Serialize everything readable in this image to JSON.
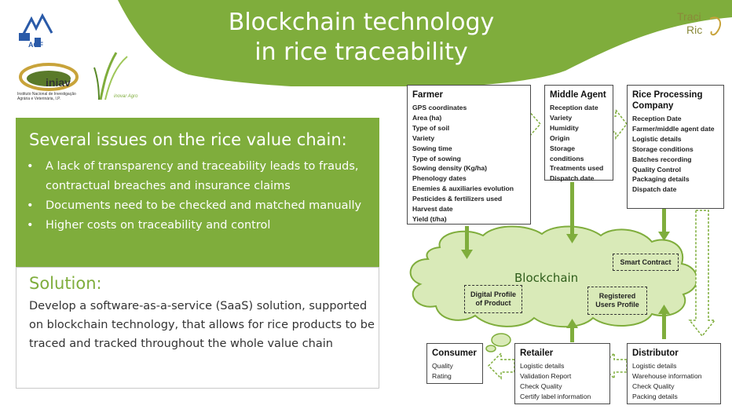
{
  "title": "Blockchain technology in rice traceability",
  "title_lines": [
    "Blockchain technology",
    "in rice traceability"
  ],
  "logos": {
    "agf": "AGF",
    "iniav": "iniav",
    "iniav_sub": "Instituto Nacional de Investigação Agrária e Veterinária, I.P.",
    "inovar": "inovar Agro",
    "tracerice": "TraceRice"
  },
  "issues": {
    "title": "Several issues on the rice value chain:",
    "items": [
      "A lack of transparency and traceability leads to frauds, contractual breaches and insurance claims",
      "Documents need to be checked and matched manually",
      "Higher costs on traceability and control"
    ]
  },
  "solution": {
    "title": "Solution:",
    "text": "Develop a software-as-a-service (SaaS) solution, supported on blockchain technology, that allows for rice products to be traced and tracked throughout the whole value chain"
  },
  "diagram": {
    "farmer": {
      "title": "Farmer",
      "items": [
        "GPS coordinates",
        "Area (ha)",
        "Type of soil",
        "Variety",
        "Sowing time",
        "Type of sowing",
        "Sowing density (Kg/ha)",
        "Phenology dates",
        "Enemies & auxiliaries evolution",
        "Pesticides & fertilizers used",
        "Harvest date",
        "Yield (t/ha)"
      ]
    },
    "middle_agent": {
      "title": "Middle Agent",
      "items": [
        "Reception date",
        "Variety",
        "Humidity",
        "Origin",
        "Storage conditions",
        "Treatments used",
        "Dispatch date"
      ]
    },
    "rice_processing": {
      "title_lines": [
        "Rice Processing",
        "Company"
      ],
      "items": [
        "Reception Date",
        "Farmer/middle agent date",
        "Logistic details",
        "Storage conditions",
        "Batches recording",
        "Quality Control",
        "Packaging details",
        "Dispatch date"
      ]
    },
    "consumer": {
      "title": "Consumer",
      "items": [
        "Quality",
        "Rating"
      ]
    },
    "retailer": {
      "title": "Retailer",
      "items": [
        "Logistic details",
        "Validation Report",
        "Check Quality",
        "Certify label information"
      ]
    },
    "distributor": {
      "title": "Distributor",
      "items": [
        "Logistic details",
        "Warehouse information",
        "Check Quality",
        "Packing details"
      ]
    },
    "blockchain": "Blockchain",
    "smart_contract": "Smart Contract",
    "digital_profile": [
      "Digital Profile",
      "of Product"
    ],
    "registered_users": [
      "Registered",
      "Users Profile"
    ]
  },
  "colors": {
    "green": "#7fad3c",
    "cloud": "#d9eab8",
    "arrow": "#7fad3c"
  }
}
